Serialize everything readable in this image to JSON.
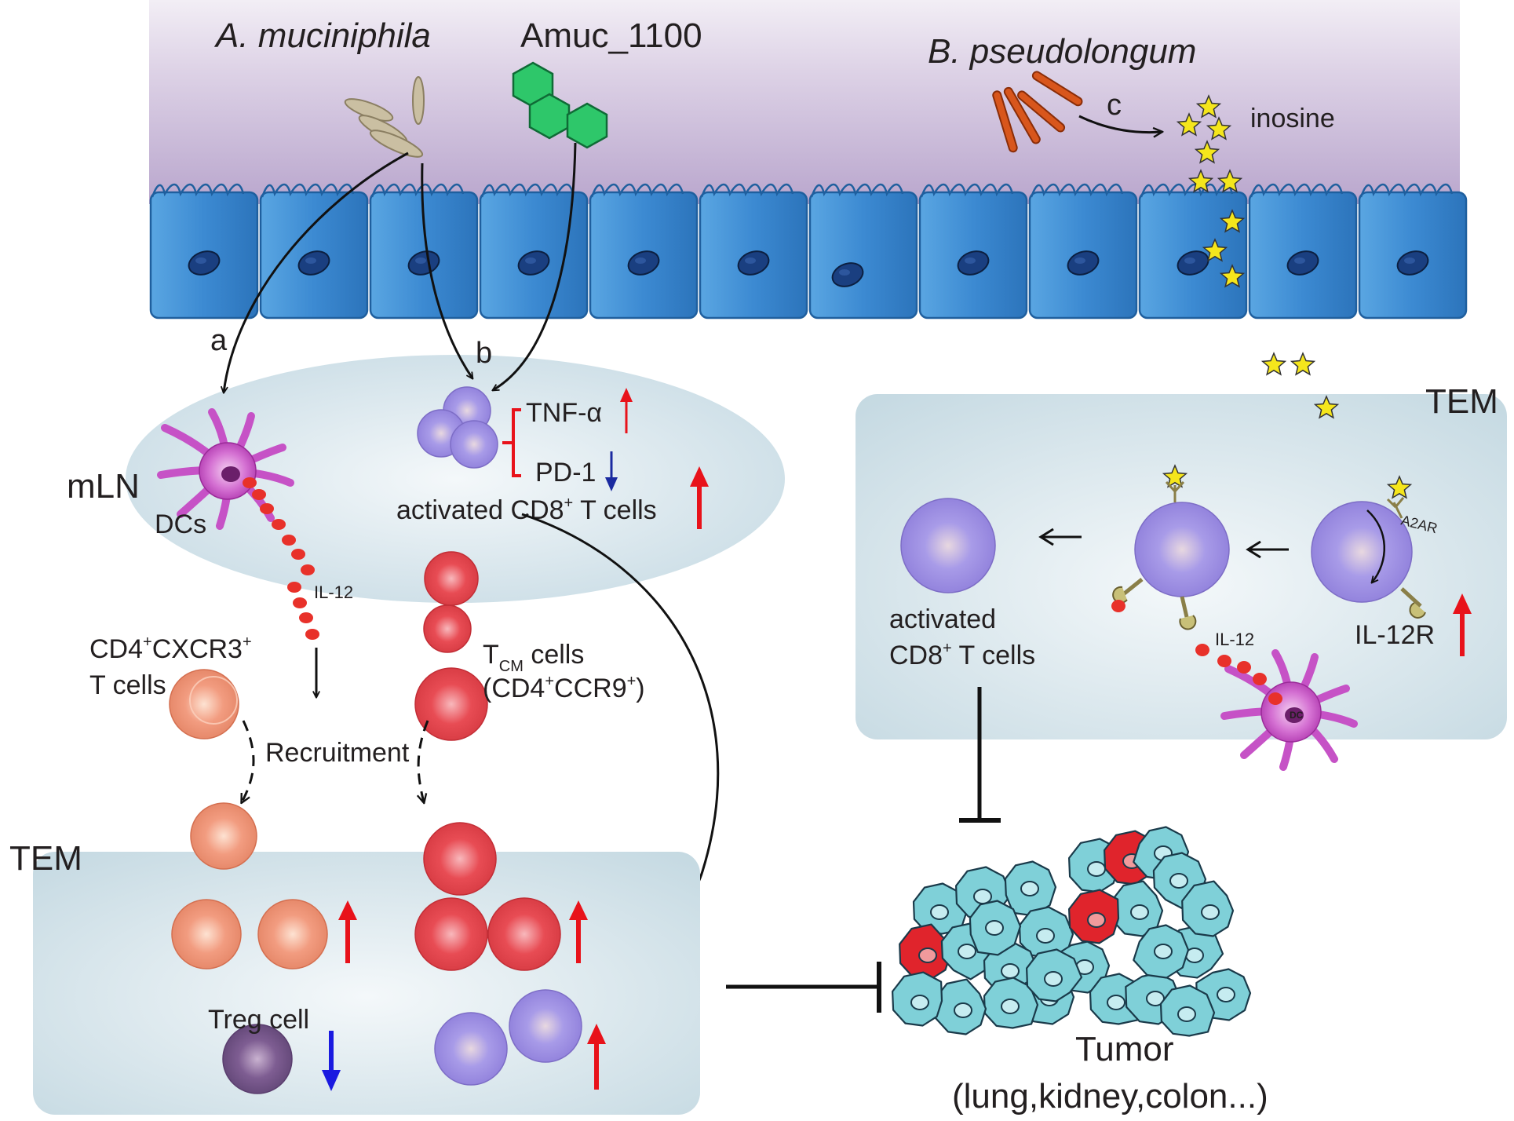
{
  "lumen": {
    "akk_label": "A. muciniphila",
    "amuc_label": "Amuc_1100",
    "bifido_label": "B. pseudolongum",
    "inosine_label": "inosine"
  },
  "paths": {
    "a": "a",
    "b": "b",
    "c": "c"
  },
  "mln": {
    "label": "mLN",
    "dcs_label": "DCs",
    "il12_label": "IL-12",
    "tnf_label": "TNF-α",
    "pd1_label": "PD-1",
    "activated_cd8_prefix": "activated CD8",
    "activated_cd8_sup": "+",
    "activated_cd8_suffix": " T cells"
  },
  "recruit": {
    "cd4_line1_a": "CD4",
    "cd4_line1_sup1": "+",
    "cd4_line1_b": "CXCR3",
    "cd4_line1_sup2": "+",
    "cd4_line2": "T cells",
    "tcm_t": "T",
    "tcm_sub": "CM",
    "tcm_cells": " cells",
    "tcm_line2_a": "(CD4",
    "tcm_line2_sup1": "+",
    "tcm_line2_b": "CCR9",
    "tcm_line2_sup2": "+",
    "tcm_line2_c": ")",
    "recruitment_label": "Recruitment"
  },
  "tem_left": {
    "label": "TEM",
    "treg_label": "Treg cell"
  },
  "tem_right": {
    "label": "TEM",
    "a2ar_label": "A2AR",
    "il12r_label": "IL-12R",
    "il12_label": "IL-12",
    "dc_label": "DC",
    "activated_line1_a": "activated",
    "activated_line2_a": "CD8",
    "activated_line2_sup": "+",
    "activated_line2_b": " T cells"
  },
  "tumor": {
    "label": "Tumor",
    "sites": "(lung,kidney,colon...)"
  },
  "colors": {
    "lumen_top": "#e4dceb",
    "lumen_bottom": "#b8a5cc",
    "epithelium": "#4a90d4",
    "epithelium_dark": "#1f5f9e",
    "nucleus": "#1a3f80",
    "node_fill": "#d7e5ec",
    "cd8_cell": "#9b8ee0",
    "cd4_cell": "#ee9a80",
    "tcm_cell": "#e6464e",
    "treg_cell": "#7a5a8e",
    "dc": "#c652c6",
    "il12_dot": "#e8312a",
    "inosine_star": "#f5e61c",
    "tumor_cell": "#7fd0d8",
    "tumor_red": "#e0242c",
    "akk_bacteria": "#c9c0a0",
    "amuc_protein": "#2ec76a",
    "bifido_bacteria": "#d8561c",
    "up_arrow": "#e8121a",
    "down_arrow": "#1a1ae0"
  }
}
